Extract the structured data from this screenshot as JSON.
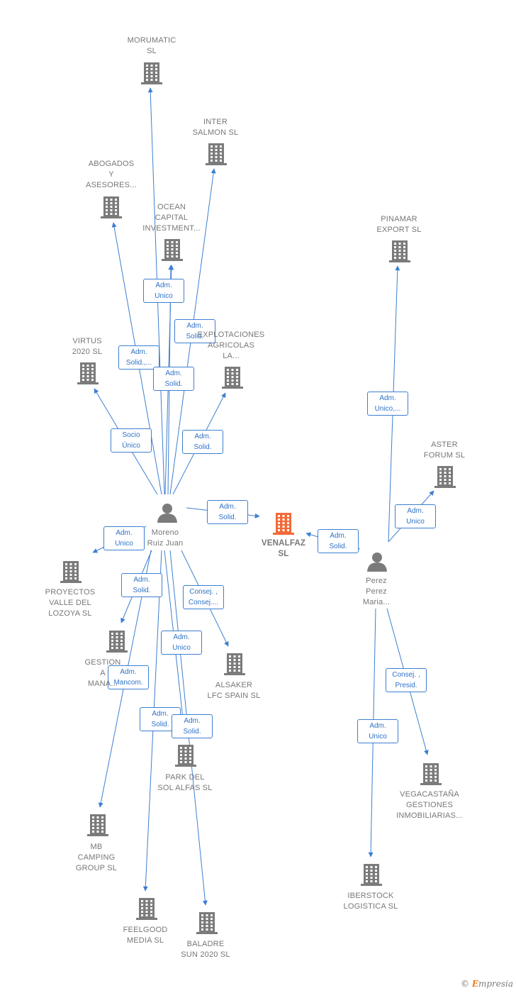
{
  "colors": {
    "edge": "#3d7fd1",
    "company_icon": "#7b7b7b",
    "main_company_icon": "#f26b38",
    "person_icon": "#7b7b7b",
    "label_text": "#777777",
    "brand_accent": "#f07d1e"
  },
  "nodes": [
    {
      "id": "morumatic",
      "kind": "company",
      "label": "MORUMATIC\nSL"
    },
    {
      "id": "inter",
      "kind": "company",
      "label": "INTER\nSALMON  SL"
    },
    {
      "id": "abogados",
      "kind": "company",
      "label": "ABOGADOS\nY\nASESORES..."
    },
    {
      "id": "ocean",
      "kind": "company",
      "label": "OCEAN\nCAPITAL\nINVESTMENT..."
    },
    {
      "id": "pinamar",
      "kind": "company",
      "label": "PINAMAR\nEXPORT  SL"
    },
    {
      "id": "virtus",
      "kind": "company",
      "label": "VIRTUS\n2020  SL"
    },
    {
      "id": "explot",
      "kind": "company",
      "label": "EXPLOTACIONES\nAGRICOLAS\nLA..."
    },
    {
      "id": "aster",
      "kind": "company",
      "label": "ASTER\nFORUM  SL"
    },
    {
      "id": "moreno",
      "kind": "person",
      "label": "Moreno\nRuiz Juan"
    },
    {
      "id": "venalfaz",
      "kind": "main",
      "label": "VENALFAZ\nSL"
    },
    {
      "id": "perez",
      "kind": "person",
      "label": "Perez\nPerez\nMaria..."
    },
    {
      "id": "proyectos",
      "kind": "company",
      "label": "PROYECTOS\nVALLE DEL\nLOZOYA  SL"
    },
    {
      "id": "gestion",
      "kind": "company",
      "label": "GESTION\nA\nMANA..."
    },
    {
      "id": "alsaker",
      "kind": "company",
      "label": "ALSAKER\nLFC SPAIN  SL"
    },
    {
      "id": "park",
      "kind": "company",
      "label": "PARK DEL\nSOL ALFAS  SL"
    },
    {
      "id": "vegacastana",
      "kind": "company",
      "label": "VEGACASTAÑA\nGESTIONES\nINMOBILIARIAS..."
    },
    {
      "id": "mb",
      "kind": "company",
      "label": "MB\nCAMPING\nGROUP  SL"
    },
    {
      "id": "iberstock",
      "kind": "company",
      "label": "IBERSTOCK\nLOGISTICA SL"
    },
    {
      "id": "feelgood",
      "kind": "company",
      "label": "FEELGOOD\nMEDIA  SL"
    },
    {
      "id": "baladre",
      "kind": "company",
      "label": "BALADRE\nSUN 2020  SL"
    }
  ],
  "edges": [
    {
      "from": "moreno",
      "to": "morumatic",
      "label": ""
    },
    {
      "from": "moreno",
      "to": "ocean",
      "label": "Adm.\nUnico"
    },
    {
      "from": "moreno",
      "to": "inter",
      "label": "Adm.\nSolid."
    },
    {
      "from": "moreno",
      "to": "abogados",
      "label": "Adm.\nSolid.,..."
    },
    {
      "from": "moreno",
      "to": "ocean",
      "label": "Adm.\nSolid."
    },
    {
      "from": "moreno",
      "to": "virtus",
      "label": "Socio\nÚnico"
    },
    {
      "from": "moreno",
      "to": "explot",
      "label": "Adm.\nSolid."
    },
    {
      "from": "moreno",
      "to": "venalfaz",
      "label": "Adm.\nSolid."
    },
    {
      "from": "moreno",
      "to": "proyectos",
      "label": "Adm.\nUnico"
    },
    {
      "from": "moreno",
      "to": "gestion",
      "label": "Adm.\nSolid."
    },
    {
      "from": "moreno",
      "to": "alsaker",
      "label": "Consej. ,\nConsej...."
    },
    {
      "from": "moreno",
      "to": "park",
      "label": "Adm.\nUnico"
    },
    {
      "from": "moreno",
      "to": "mb",
      "label": "Adm.\nMancom."
    },
    {
      "from": "moreno",
      "to": "feelgood",
      "label": "Adm.\nSolid."
    },
    {
      "from": "moreno",
      "to": "baladre",
      "label": "Adm.\nSolid."
    },
    {
      "from": "perez",
      "to": "pinamar",
      "label": "Adm.\nUnico,..."
    },
    {
      "from": "perez",
      "to": "aster",
      "label": "Adm.\nUnico"
    },
    {
      "from": "perez",
      "to": "venalfaz",
      "label": "Adm.\nSolid."
    },
    {
      "from": "perez",
      "to": "vegacastana",
      "label": "Consej. ,\nPresid."
    },
    {
      "from": "perez",
      "to": "iberstock",
      "label": "Adm.\nUnico"
    }
  ],
  "brand": {
    "copyright": "©",
    "initial": "E",
    "rest": "mpresia"
  }
}
